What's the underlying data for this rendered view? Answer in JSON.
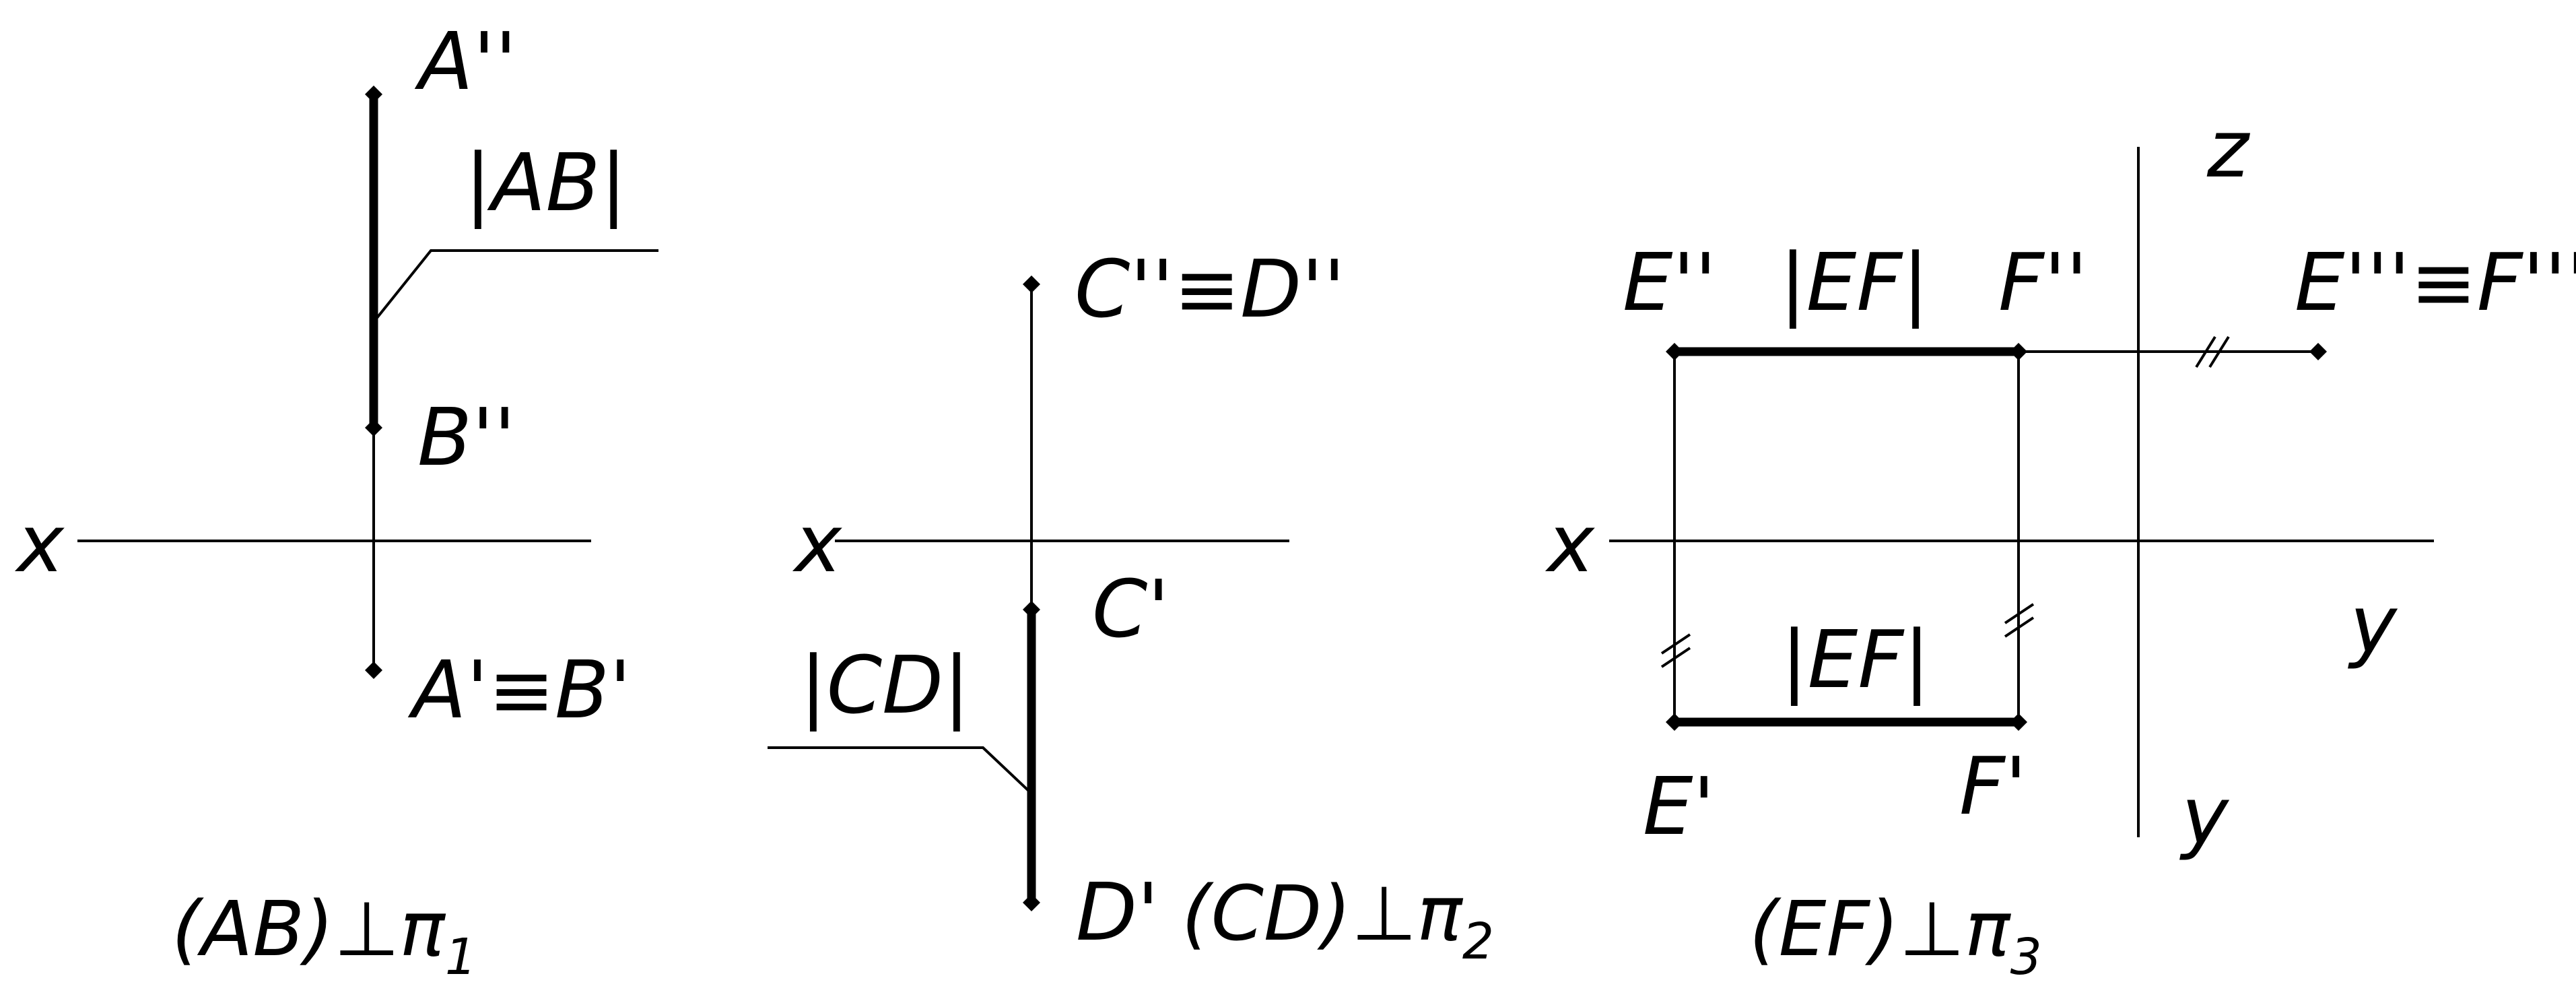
{
  "diagram": {
    "panel_ab": {
      "A2": "A''",
      "ab_length": "|AB|",
      "B2": "B''",
      "x_axis": "x",
      "A1B1": "A'≡B'",
      "caption_main": "(AB)⊥π",
      "caption_sub": "1"
    },
    "panel_cd": {
      "C2D2": "C''≡D''",
      "x_axis": "x",
      "C1": "C'",
      "cd_length": "|CD|",
      "D1": "D'",
      "caption_main": "(CD)⊥π",
      "caption_sub": "2"
    },
    "panel_ef": {
      "z_axis": "z",
      "E2": "E''",
      "ef_length_top": "|EF|",
      "F2": "F''",
      "E3F3": "E'''≡F'''",
      "x_axis": "x",
      "y_axis_right": "y",
      "ef_length_bottom": "|EF|",
      "E1": "E'",
      "F1": "F'",
      "y_axis_bottom": "y",
      "caption_main": "(EF)⊥π",
      "caption_sub": "3"
    }
  }
}
